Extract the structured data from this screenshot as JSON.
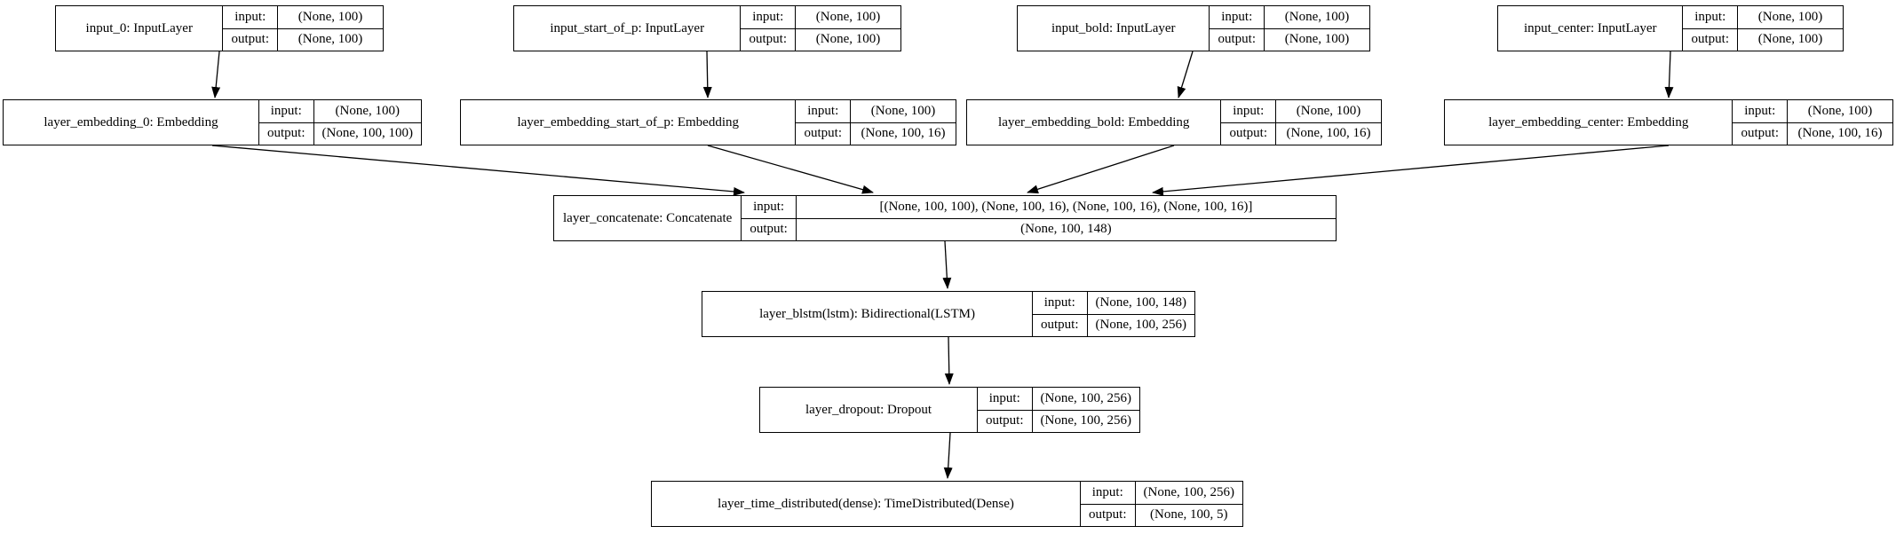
{
  "diagram": {
    "title": "Keras model architecture graph",
    "colors": {
      "border": "#000000",
      "background": "#ffffff",
      "text": "#000000",
      "edge": "#000000"
    },
    "io_labels": {
      "input": "input:",
      "output": "output:"
    },
    "nodes": [
      {
        "id": "input_0",
        "label": "input_0: InputLayer",
        "input": "(None, 100)",
        "output": "(None, 100)"
      },
      {
        "id": "input_start_of_p",
        "label": "input_start_of_p: InputLayer",
        "input": "(None, 100)",
        "output": "(None, 100)"
      },
      {
        "id": "input_bold",
        "label": "input_bold: InputLayer",
        "input": "(None, 100)",
        "output": "(None, 100)"
      },
      {
        "id": "input_center",
        "label": "input_center: InputLayer",
        "input": "(None, 100)",
        "output": "(None, 100)"
      },
      {
        "id": "layer_embedding_0",
        "label": "layer_embedding_0: Embedding",
        "input": "(None, 100)",
        "output": "(None, 100, 100)"
      },
      {
        "id": "layer_embedding_start_of_p",
        "label": "layer_embedding_start_of_p: Embedding",
        "input": "(None, 100)",
        "output": "(None, 100, 16)"
      },
      {
        "id": "layer_embedding_bold",
        "label": "layer_embedding_bold: Embedding",
        "input": "(None, 100)",
        "output": "(None, 100, 16)"
      },
      {
        "id": "layer_embedding_center",
        "label": "layer_embedding_center: Embedding",
        "input": "(None, 100)",
        "output": "(None, 100, 16)"
      },
      {
        "id": "layer_concatenate",
        "label": "layer_concatenate: Concatenate",
        "input": "[(None, 100, 100), (None, 100, 16), (None, 100, 16), (None, 100, 16)]",
        "output": "(None, 100, 148)"
      },
      {
        "id": "layer_blstm",
        "label": "layer_blstm(lstm): Bidirectional(LSTM)",
        "input": "(None, 100, 148)",
        "output": "(None, 100, 256)"
      },
      {
        "id": "layer_dropout",
        "label": "layer_dropout: Dropout",
        "input": "(None, 100, 256)",
        "output": "(None, 100, 256)"
      },
      {
        "id": "layer_time_distributed",
        "label": "layer_time_distributed(dense): TimeDistributed(Dense)",
        "input": "(None, 100, 256)",
        "output": "(None, 100, 5)"
      }
    ]
  }
}
